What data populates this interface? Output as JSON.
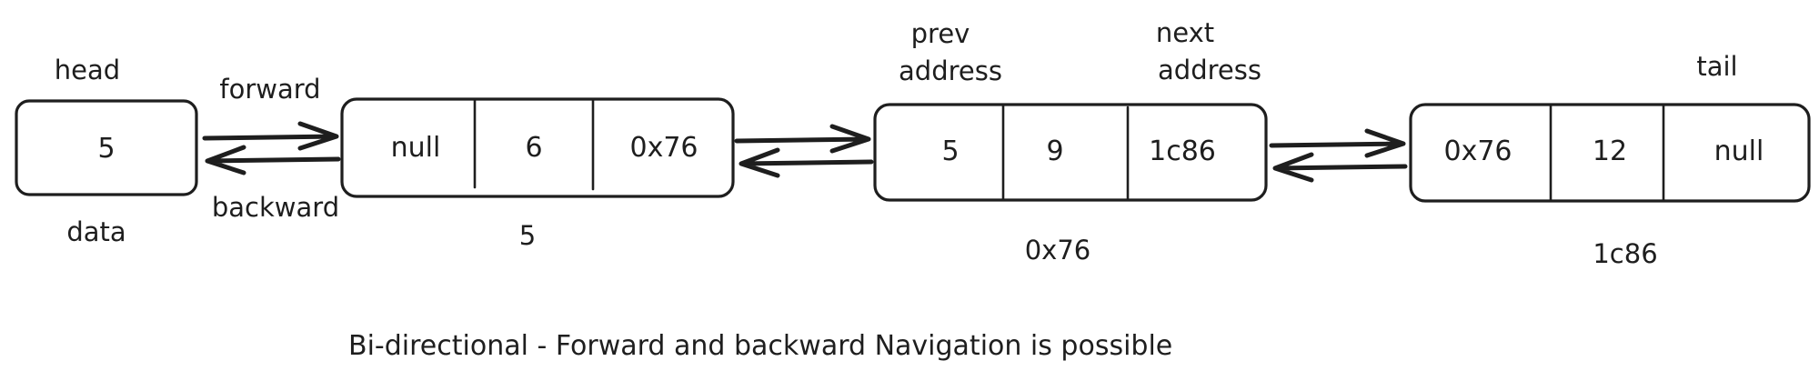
{
  "head_node": {
    "label": "head",
    "value": "5",
    "caption": "data"
  },
  "arrow_labels": {
    "forward": "forward",
    "backward": "backward"
  },
  "nodes": [
    {
      "prev": "null",
      "data": "6",
      "next": "0x76",
      "caption": "5"
    },
    {
      "prev": "5",
      "data": "9",
      "next": "1c86",
      "caption": "0x76"
    },
    {
      "prev": "0x76",
      "data": "12",
      "next": "null",
      "caption": "1c86"
    }
  ],
  "field_labels": {
    "prev": [
      "prev",
      "address"
    ],
    "next": [
      "next",
      "address"
    ]
  },
  "tail_label": "tail",
  "footer": "Bi-directional - Forward and backward Navigation is possible"
}
